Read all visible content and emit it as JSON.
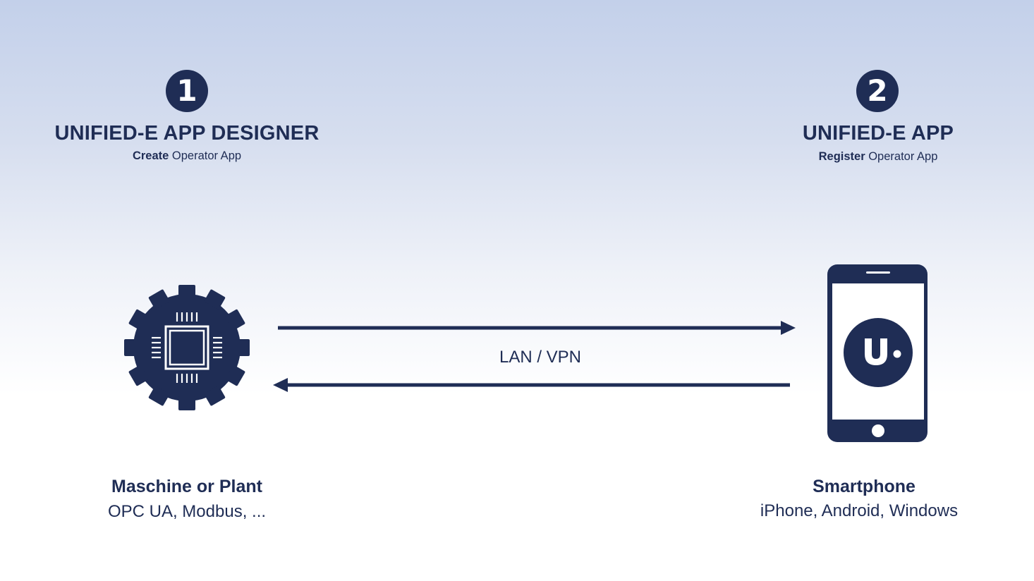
{
  "steps": [
    {
      "number": "1",
      "title": "UNIFIED-E APP DESIGNER",
      "subtitle_bold": "Create",
      "subtitle_rest": " Operator App"
    },
    {
      "number": "2",
      "title": "UNIFIED-E APP",
      "subtitle_bold": "Register",
      "subtitle_rest": " Operator App"
    }
  ],
  "connection": {
    "label": "LAN / VPN"
  },
  "nodes": {
    "machine": {
      "title": "Maschine or Plant",
      "protocols": "OPC UA, Modbus, ...",
      "icon": "gear-chip-icon"
    },
    "smartphone": {
      "title": "Smartphone",
      "platforms": "iPhone, Android, Windows",
      "icon": "smartphone-icon",
      "logo_text": "u"
    }
  },
  "colors": {
    "navy": "#1f2d55",
    "background_top": "#c3d0ea",
    "background_bottom": "#ffffff"
  }
}
